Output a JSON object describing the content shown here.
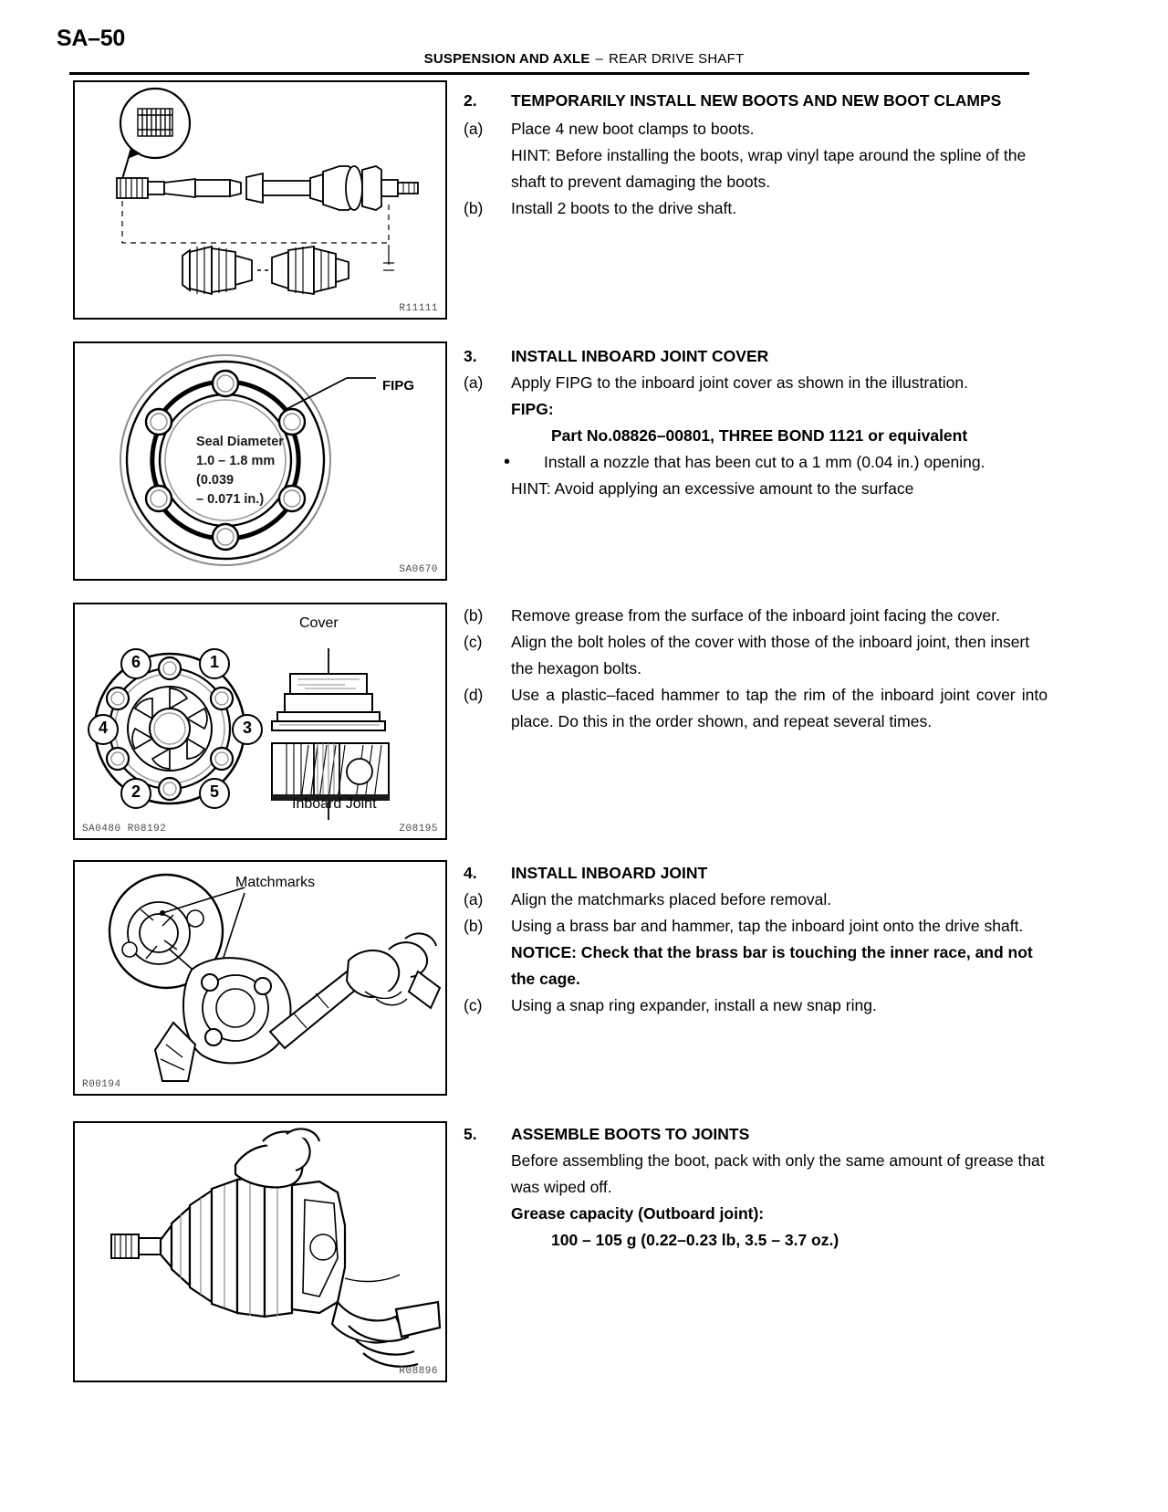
{
  "header": {
    "page_code": "SA–50",
    "section": "SUSPENSION AND AXLE",
    "separator": "–",
    "subsection": "REAR DRIVE SHAFT"
  },
  "figures": [
    {
      "name": "drive-shaft-assembly",
      "caption": "R11111"
    },
    {
      "name": "inboard-joint-cover-fipg",
      "caption": "SA0670",
      "labels": {
        "fipg": "FIPG",
        "seal_line1": "Seal Diameter",
        "seal_line2": "1.0 – 1.8 mm",
        "seal_line3": "(0.039",
        "seal_line4": "– 0.071 in.)"
      }
    },
    {
      "name": "bolt-tightening-order",
      "caption_left": "SA0480 R08192",
      "caption": "Z08195",
      "labels": {
        "cover": "Cover",
        "inboard_joint": "Inboard Joint"
      },
      "bolt_order": [
        "1",
        "2",
        "3",
        "4",
        "5",
        "6"
      ]
    },
    {
      "name": "matchmarks-brass-bar",
      "caption": "R00194",
      "labels": {
        "matchmarks": "Matchmarks"
      }
    },
    {
      "name": "boot-assembly",
      "caption": "R08896"
    }
  ],
  "steps": [
    {
      "number": "2.",
      "title": "TEMPORARILY INSTALL NEW BOOTS AND NEW BOOT CLAMPS",
      "items": [
        {
          "marker": "(a)",
          "lines": [
            "Place 4 new boot clamps to boots.",
            "HINT: Before installing the boots, wrap vinyl tape around the spline of the shaft to prevent damaging the boots."
          ]
        },
        {
          "marker": "(b)",
          "lines": [
            "Install 2 boots to the drive shaft."
          ]
        }
      ]
    },
    {
      "number": "3.",
      "title": "INSTALL INBOARD JOINT COVER",
      "items": [
        {
          "marker": "(a)",
          "lines": [
            "Apply FIPG to the inboard joint cover as shown in the illustration."
          ],
          "fipg_label": "FIPG:",
          "fipg_part": "Part No.08826–00801, THREE BOND 1121 or equivalent",
          "bullet": "Install a nozzle that has been cut to a 1 mm (0.04 in.) opening.",
          "hint": "HINT: Avoid applying an excessive amount to the surface"
        },
        {
          "marker": "(b)",
          "lines": [
            "Remove grease from the surface of the inboard joint facing the cover."
          ]
        },
        {
          "marker": "(c)",
          "lines": [
            "Align the bolt holes of the cover with those of the inboard joint, then insert the hexagon bolts."
          ]
        },
        {
          "marker": "(d)",
          "lines": [
            "Use a plastic–faced hammer to tap the rim of the inboard joint cover into place. Do this in the order shown, and repeat several times."
          ]
        }
      ]
    },
    {
      "number": "4.",
      "title": "INSTALL INBOARD JOINT",
      "items": [
        {
          "marker": "(a)",
          "lines": [
            "Align the matchmarks placed before removal."
          ]
        },
        {
          "marker": "(b)",
          "lines": [
            "Using a brass bar and hammer, tap the inboard joint onto the drive shaft."
          ],
          "notice": "NOTICE: Check that the brass bar is touching the inner race, and not the cage."
        },
        {
          "marker": "(c)",
          "lines": [
            "Using a snap ring expander, install a new snap ring."
          ]
        }
      ]
    },
    {
      "number": "5.",
      "title": "ASSEMBLE BOOTS TO JOINTS",
      "intro": "Before assembling the boot, pack with only the same amount of grease that was wiped off.",
      "spec_label": "Grease capacity (Outboard joint):",
      "spec_value": "100 – 105 g (0.22–0.23 lb, 3.5 – 3.7 oz.)"
    }
  ]
}
